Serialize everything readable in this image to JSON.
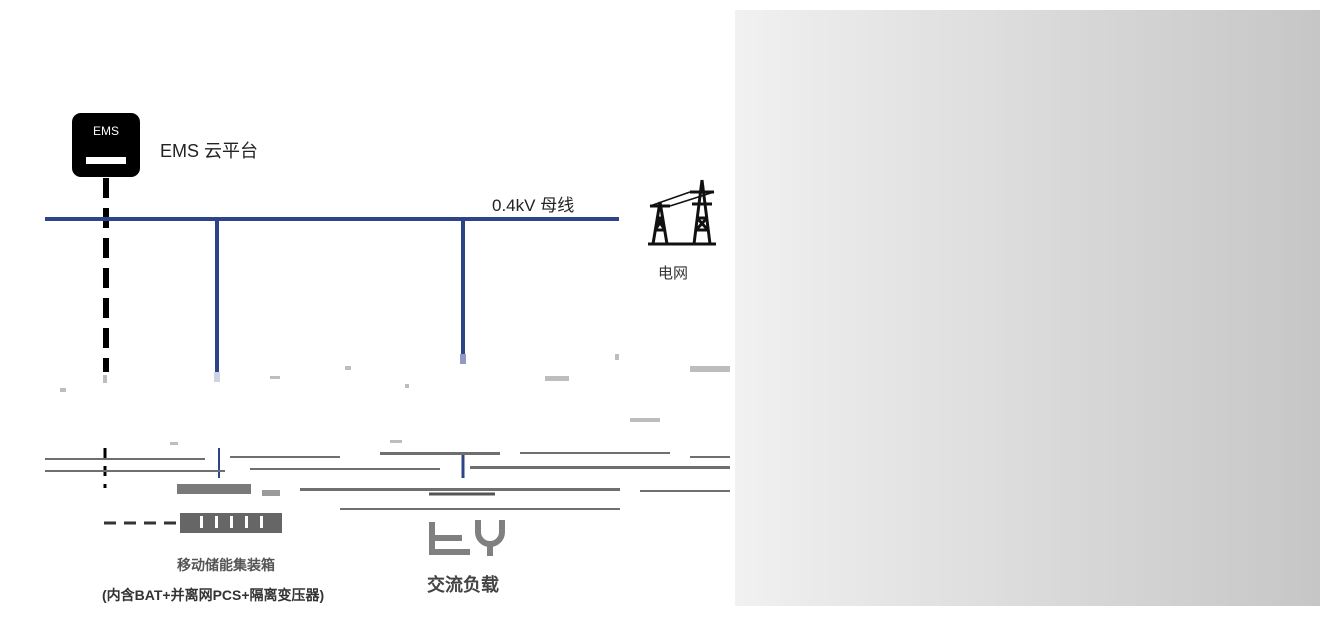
{
  "ems": {
    "box_label": "EMS",
    "title": "EMS 云平台"
  },
  "bus": {
    "label": "0.4kV 母线"
  },
  "grid": {
    "label": "电网"
  },
  "storage": {
    "name": "移动储能集装箱",
    "detail": "(内含BAT+并离网PCS+隔离变压器)"
  },
  "load": {
    "label": "交流负载"
  },
  "colors": {
    "bus_line": "#2e4489",
    "ems_box": "#000000",
    "dashed_link": "#000000",
    "icon_gray": "#808080"
  }
}
